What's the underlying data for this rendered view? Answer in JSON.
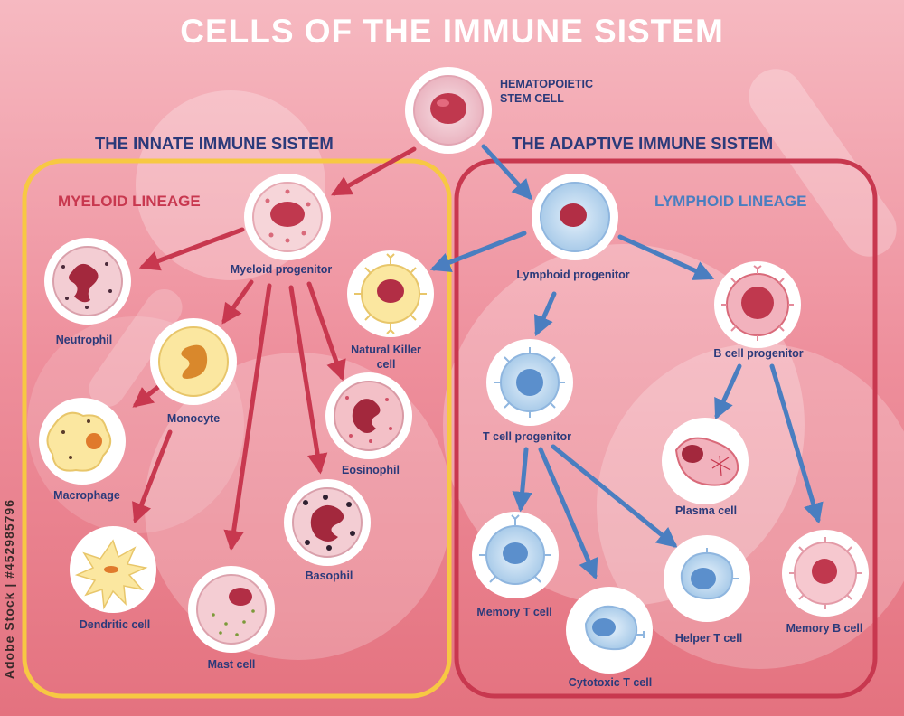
{
  "title": "CELLS OF THE IMMUNE SISTEM",
  "headings": {
    "innate": "THE INNATE IMMUNE SISTEM",
    "adaptive": "THE ADAPTIVE IMMUNE SISTEM"
  },
  "lineages": {
    "myeloid": "MYELOID LINEAGE",
    "lymphoid": "LYMPHOID LINEAGE"
  },
  "cells": {
    "stem_line1": "HEMATOPOIETIC",
    "stem_line2": "STEM CELL",
    "myeloid_progenitor": "Myeloid progenitor",
    "neutrophil": "Neutrophil",
    "monocyte": "Monocyte",
    "macrophage": "Macrophage",
    "dendritic": "Dendritic cell",
    "mast": "Mast cell",
    "basophil": "Basophil",
    "eosinophil": "Eosinophil",
    "nk_line1": "Natural Killer",
    "nk_line2": "cell",
    "lymphoid_progenitor": "Lymphoid progenitor",
    "t_progenitor": "T cell progenitor",
    "b_progenitor": "B cell progenitor",
    "plasma": "Plasma cell",
    "memory_t": "Memory T cell",
    "cytotoxic_t": "Cytotoxic T cell",
    "helper_t": "Helper T cell",
    "memory_b": "Memory B cell"
  },
  "watermark": "Adobe Stock | #452985796",
  "colors": {
    "background": "#ee8f9c",
    "innate_border": "#f7c843",
    "adaptive_border": "#c8384f",
    "myeloid_arrow": "#c8384f",
    "lymphoid_arrow": "#4a7ec0",
    "label_text": "#2b3a7a",
    "title_text": "#ffffff"
  }
}
